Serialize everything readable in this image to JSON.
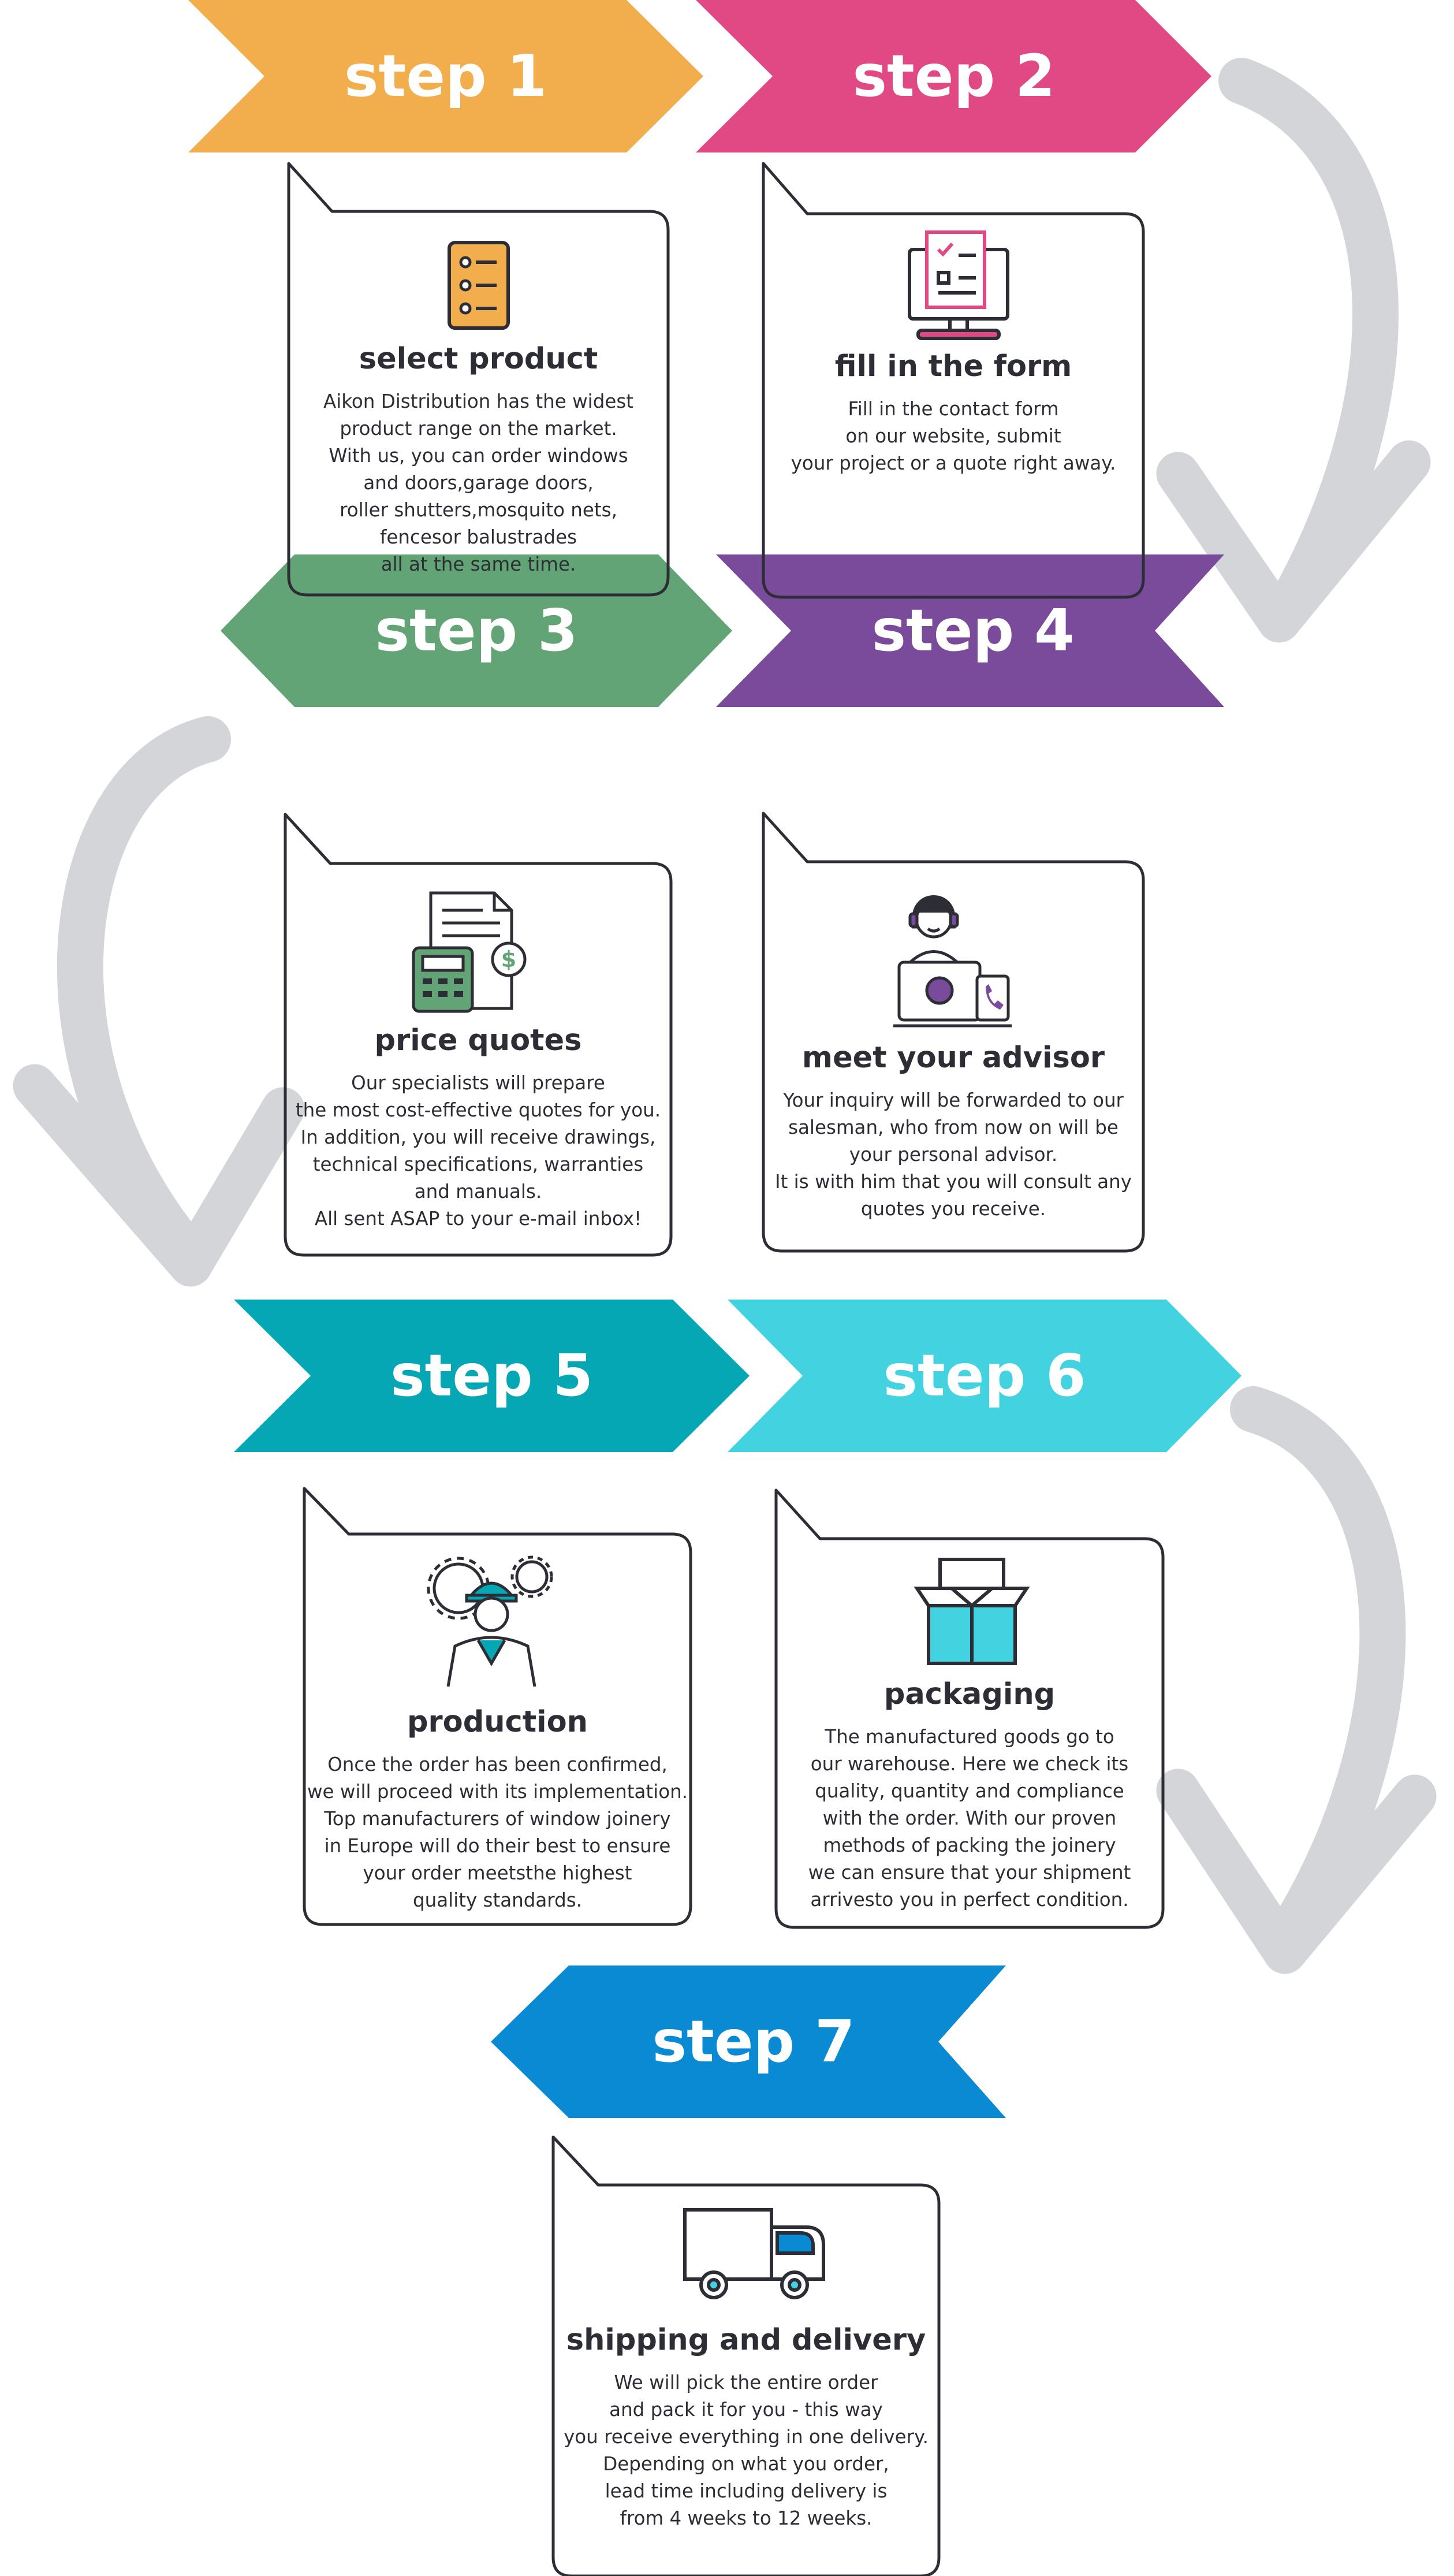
{
  "steps": [
    {
      "label": "step 1",
      "color": "#f2ad4d",
      "title": "select product",
      "icon": "checklist-icon",
      "lines": [
        "Aikon Distribution has the widest",
        "product range on the market.",
        "With us, you can order windows",
        "and doors,garage doors,",
        "roller shutters,mosquito nets,",
        "fencesor balustrades",
        "all at the same time."
      ]
    },
    {
      "label": "step 2",
      "color": "#e04983",
      "title": "fill in the form",
      "icon": "computer-form-icon",
      "lines": [
        "Fill in the contact form",
        "on our website, submit",
        "your project or a quote right away."
      ]
    },
    {
      "label": "step 3",
      "color": "#63a476",
      "title": "price quotes",
      "icon": "calculator-document-icon",
      "lines": [
        "Our specialists will prepare",
        "the most cost-effective quotes  for you.",
        "In addition, you will receive drawings,",
        "technical specifications, warranties",
        "and manuals.",
        "All sent ASAP to your e-mail inbox!"
      ]
    },
    {
      "label": "step 4",
      "color": "#7a4a9b",
      "title": "meet your advisor",
      "icon": "advisor-headset-icon",
      "lines": [
        "Your inquiry will be forwarded to our",
        "salesman, who from now on will be",
        "your personal advisor.",
        "It is with him that you will consult any",
        "quotes you receive."
      ]
    },
    {
      "label": "step 5",
      "color": "#05a7b5",
      "title": "production",
      "icon": "worker-gears-icon",
      "lines": [
        "Once the order has been confirmed,",
        "we will proceed with its implementation.",
        "Top manufacturers of window joinery",
        "in Europe will do their best to ensure",
        "your order meetsthe highest",
        "quality standards."
      ]
    },
    {
      "label": "step 6",
      "color": "#43d2df",
      "title": "packaging",
      "icon": "open-box-icon",
      "lines": [
        "The manufactured goods go to",
        "our warehouse. Here we check its",
        "quality, quantity and compliance",
        "with the order. With our proven",
        "methods of packing the joinery",
        "we can ensure that your shipment",
        "arrivesto you in perfect condition."
      ]
    },
    {
      "label": "step 7",
      "color": "#0a8ad2",
      "title": "shipping and delivery",
      "icon": "delivery-truck-icon",
      "lines": [
        "We will pick the entire order",
        "and pack it for you - this way",
        "you receive everything in one delivery.",
        "Depending on what you order,",
        "lead time including delivery is",
        "from 4 weeks to 12 weeks."
      ]
    }
  ],
  "colors": {
    "arrow_curve": "#d3d5d9",
    "card_border": "#2d2d36",
    "text": "#2d2d36"
  }
}
